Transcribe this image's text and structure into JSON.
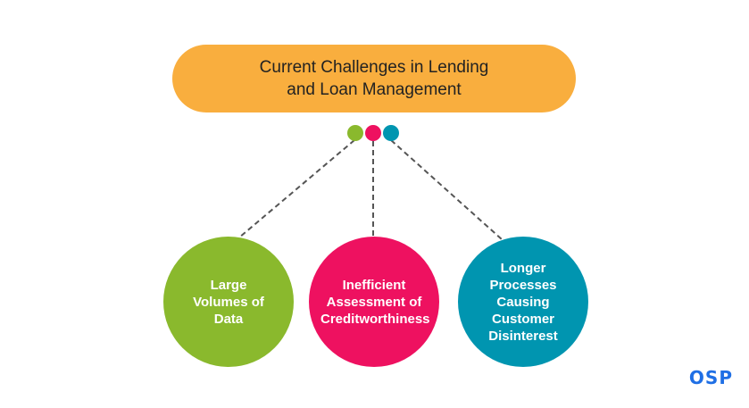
{
  "title": {
    "line1": "Current Challenges in Lending",
    "line2": "and Loan Management"
  },
  "nodes": [
    {
      "label": "Large Volumes of Data",
      "color": "#8AB92D"
    },
    {
      "label": "Inefficient Assessment of Creditworthiness",
      "color": "#EE1160"
    },
    {
      "label": "Longer Processes Causing Customer Disinterest",
      "color": "#0095B0"
    }
  ],
  "connector_dot_colors": [
    "#8AB92D",
    "#EE1160",
    "#0095B0"
  ],
  "title_color": "#F9AE3E",
  "logo": {
    "text": "OSP",
    "color": "#1F6FE5"
  }
}
